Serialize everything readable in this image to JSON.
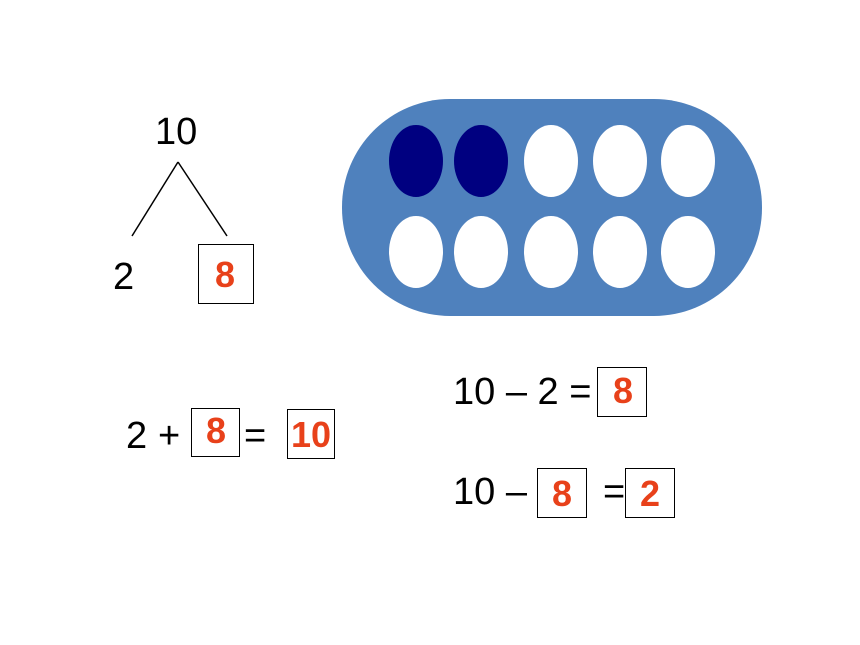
{
  "colors": {
    "answer": "#e8411a",
    "frame": "#4f81bd",
    "filled_counter": "#000080",
    "empty_counter": "#ffffff",
    "text": "#000000"
  },
  "number_bond": {
    "whole": "10",
    "part_a": "2",
    "part_b": "8"
  },
  "ten_frame": {
    "total": 10,
    "filled": 2,
    "rows": 2,
    "columns": 5
  },
  "addition": {
    "addend_a": "2",
    "plus": "+",
    "addend_b": "8",
    "equals": "=",
    "sum": "10"
  },
  "subtraction_1": {
    "left": "10 – 2 =",
    "answer": "8"
  },
  "subtraction_2": {
    "left": "10 –",
    "answer_a": "8",
    "equals": "=",
    "answer_b": "2"
  }
}
